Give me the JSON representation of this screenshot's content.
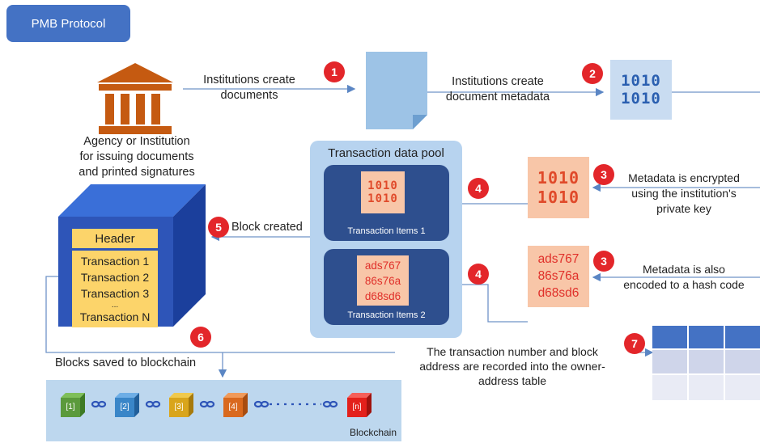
{
  "title": "PMB Protocol",
  "institution": {
    "label_lines": [
      "Agency or Institution",
      "for issuing documents",
      "and printed signatures"
    ]
  },
  "steps": {
    "s1": {
      "number": "1",
      "lines": [
        "Institutions create",
        "documents"
      ]
    },
    "s2": {
      "number": "2",
      "lines": [
        "Institutions create",
        "document metadata"
      ]
    },
    "s3a": {
      "number": "3",
      "lines": [
        "Metadata is encrypted",
        "using the institution's",
        "private key"
      ]
    },
    "s3b": {
      "number": "3",
      "lines": [
        "Metadata is also",
        "encoded to a hash code"
      ]
    },
    "s4a": {
      "number": "4"
    },
    "s4b": {
      "number": "4"
    },
    "s5": {
      "number": "5",
      "label": "Block created"
    },
    "s6": {
      "number": "6",
      "label": "Blocks saved to blockchain"
    },
    "s7": {
      "number": "7",
      "lines": [
        "The transaction number and block",
        "address are recorded into the owner-",
        "address table"
      ]
    }
  },
  "binary": {
    "line1": "1010",
    "line2": "1010"
  },
  "hash": {
    "lines": [
      "ads767",
      "86s76a",
      "d68sd6"
    ]
  },
  "pool": {
    "title": "Transaction data pool",
    "item1": "Transaction Items 1",
    "item2": "Transaction Items 2"
  },
  "block": {
    "header": "Header",
    "transactions": [
      "Transaction 1",
      "Transaction 2",
      "Transaction 3",
      "...",
      "Transaction N"
    ]
  },
  "chain": {
    "blocks": [
      {
        "label": "[1]",
        "color": "#5b9a3c"
      },
      {
        "label": "[2]",
        "color": "#3a86c8"
      },
      {
        "label": "[3]",
        "color": "#d9a51c"
      },
      {
        "label": "[4]",
        "color": "#d9691e"
      },
      {
        "label": "[n]",
        "color": "#e3201b"
      }
    ],
    "label": "Blockchain"
  },
  "colors": {
    "accent_blue": "#4472c4",
    "badge_red": "#e3262a",
    "bank_orange": "#c55a11",
    "block_blue": "#2e55b8"
  }
}
